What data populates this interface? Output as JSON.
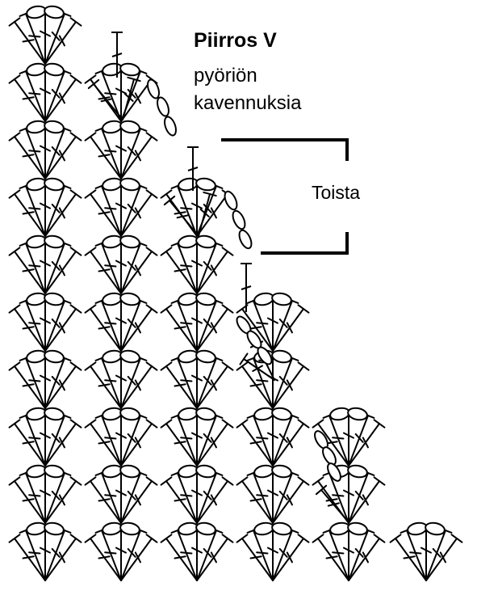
{
  "diagram": {
    "title": "Piirros V",
    "subtitle_line1": "pyöriön",
    "subtitle_line2": "kavennuksia",
    "repeat_label": "Toista"
  },
  "colors": {
    "stroke": "#000000",
    "background": "#ffffff"
  },
  "symbols": {
    "fan_cluster": "five double crochets into one stitch topped by a pair of chain loops",
    "double_crochet": "t-shaped stitch symbol",
    "chain": "oval chain symbol"
  },
  "grid": {
    "column_stitch_counts": [
      10,
      9,
      7,
      5,
      3,
      1
    ]
  }
}
